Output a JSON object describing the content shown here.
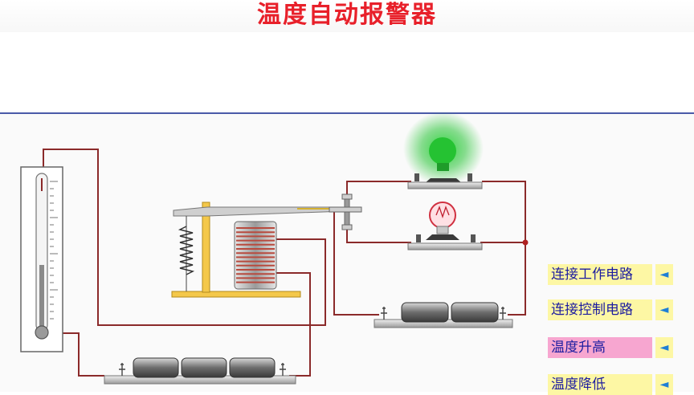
{
  "title": "温度自动报警器",
  "menu": [
    {
      "label": "连接工作电路",
      "active": false
    },
    {
      "label": "连接控制电路",
      "active": false
    },
    {
      "label": "温度升高",
      "active": true
    },
    {
      "label": "温度降低",
      "active": false
    }
  ],
  "arrow_glyph": "◄",
  "colors": {
    "title": "#e8202a",
    "wire": "#8b2a2a",
    "lamp_green": "#22c030",
    "lamp_red": "#e03040",
    "menu_bg": "#fdf7a4",
    "menu_active_bg": "#f7a6d0",
    "menu_text": "#1d1da0"
  },
  "state": {
    "green_lamp_on": true,
    "red_lamp_on": false
  }
}
